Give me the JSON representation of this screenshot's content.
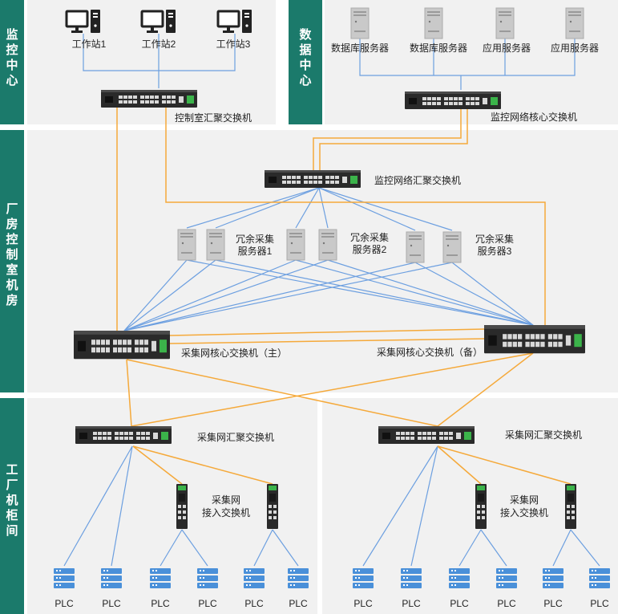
{
  "zones": {
    "monitor_center_left": "监控中心",
    "data_center": "数据中心",
    "plant_control_room": "厂房控制室机房",
    "plant_cabinet_room": "工厂机柜间"
  },
  "workstations": [
    "工作站1",
    "工作站2",
    "工作站3"
  ],
  "servers": [
    "数据库服务器",
    "数据库服务器",
    "应用服务器",
    "应用服务器"
  ],
  "switches": {
    "control_room_agg": "控制室汇聚交换机",
    "monitor_core": "监控网络核心交换机",
    "monitor_agg": "监控网络汇聚交换机",
    "acq_core_main": "采集网核心交换机（主）",
    "acq_core_backup": "采集网核心交换机（备）",
    "acq_agg_left": "采集网汇聚交换机",
    "acq_agg_right": "采集网汇聚交换机"
  },
  "redundant_servers": [
    {
      "line1": "冗余采集",
      "line2": "服务器1"
    },
    {
      "line1": "冗余采集",
      "line2": "服务器2"
    },
    {
      "line1": "冗余采集",
      "line2": "服务器3"
    }
  ],
  "access_switch_label": {
    "line1": "采集网",
    "line2": "接入交换机"
  },
  "plc_label": "PLC",
  "colors": {
    "zone_band": "#1b7a6b",
    "panel_bg": "#f1f1f1",
    "orange_link": "#f5a93a",
    "blue_link": "#6c9fe0",
    "plc_blue": "#4a90d9",
    "switch_body": "#2a2a2a"
  },
  "icons": {
    "workstation": "desktop-computer-icon",
    "server": "tower-server-icon",
    "switch": "rack-switch-icon",
    "access_switch": "din-rail-switch-icon",
    "plc": "plc-device-icon"
  }
}
